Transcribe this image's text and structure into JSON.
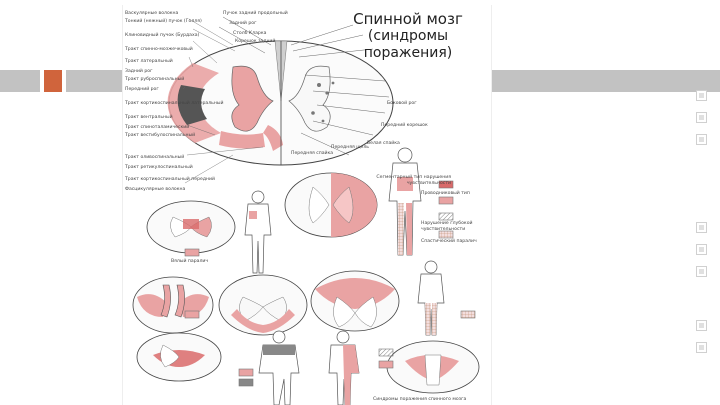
{
  "colors": {
    "bar_grey": "#c2c2c2",
    "bar_accent": "#d0643c",
    "lesion_pink": "#e9a3a3",
    "lesion_red": "#d96a6a",
    "grey_matter": "#888888",
    "line": "#555555"
  },
  "figure": {
    "title_line1": "Спинной мозг",
    "title_line2": "(синдромы поражения)",
    "left_labels": [
      "Васкулярные волокна",
      "Тонкий (нежный) пучок (Голля)",
      "Клиновидный пучок (Бурдаха)",
      "Тракт спинно-мозжечковый",
      "Тракт латеральный",
      "Задний рог",
      "Тракт руброспинальный",
      "Передний рог",
      "Тракт кортикоспинальный латеральный",
      "Тракт вентральный",
      "Тракт спиноталамический",
      "Тракт вестибулоспинальный",
      "Тракт оливоспинальный",
      "Тракт ретикулоспинальный",
      "Тракт кортикоспинальный передний",
      "Фасцикулярные волокна"
    ],
    "top_labels": [
      "Пучок задний продольный",
      "Задний рог",
      "Столб Кларка",
      "Корешок задний"
    ],
    "right_labels": [
      "Боковой рог",
      "Передний корешок",
      "Белая спайка"
    ],
    "bottom_labels": [
      "Передняя спайка",
      "Передняя щель"
    ],
    "legend": [
      {
        "label": "Сегментарный тип нарушения чувствительности",
        "tone": "red"
      },
      {
        "label": "Проводниковый тип",
        "tone": "pink"
      },
      {
        "label": "Нарушение глубокой чувствительности",
        "tone": "hatch"
      },
      {
        "label": "Спастический паралич",
        "tone": "grid"
      },
      {
        "label": "Вялый паралич",
        "tone": "pink"
      }
    ],
    "caption": "Синдромы поражения спинного мозга"
  }
}
